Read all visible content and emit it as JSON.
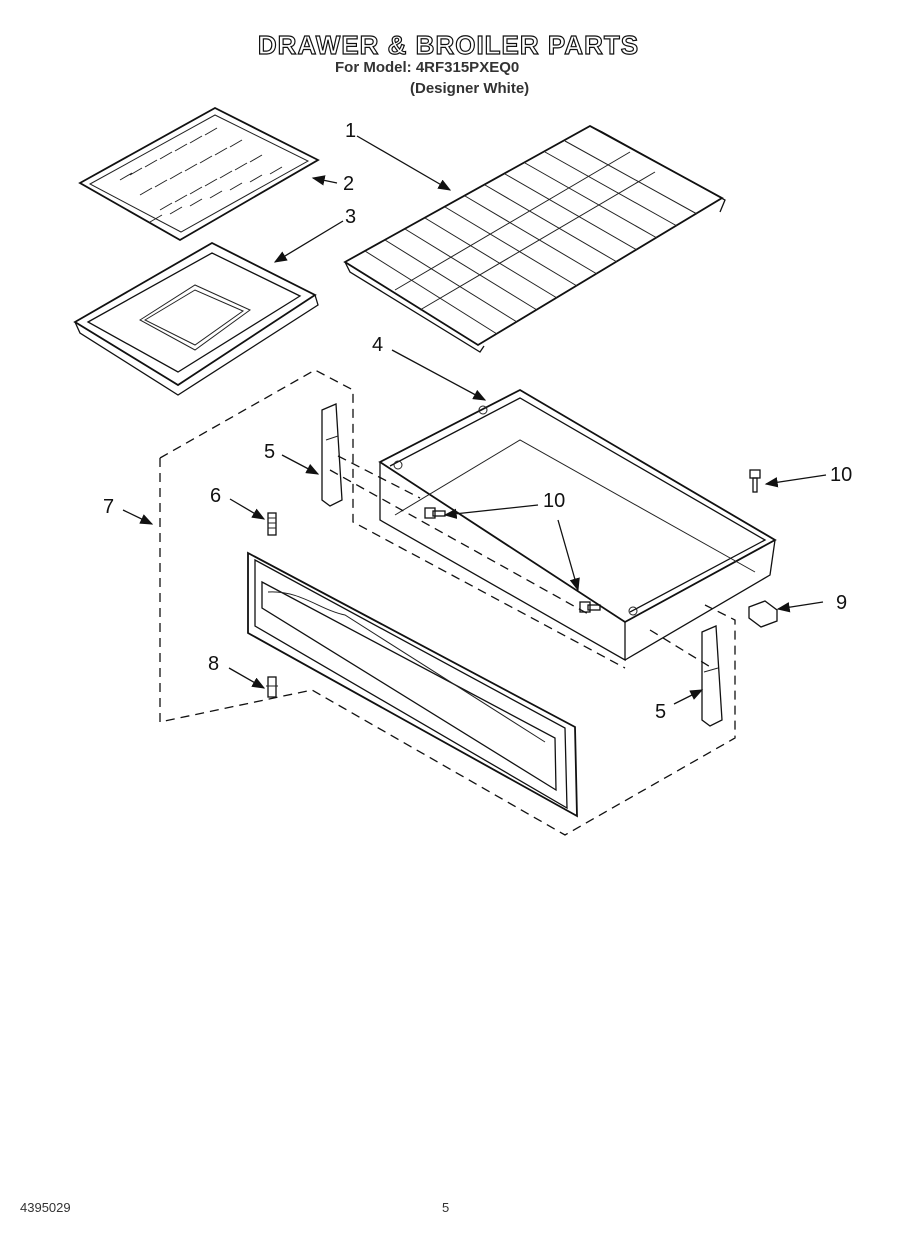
{
  "header": {
    "title": "DRAWER & BROILER PARTS",
    "model_line": "For Model: 4RF315PXEQ0",
    "color_line": "(Designer White)"
  },
  "callouts": {
    "c1": "1",
    "c2": "2",
    "c3": "3",
    "c4": "4",
    "c5a": "5",
    "c5b": "5",
    "c6": "6",
    "c7": "7",
    "c8": "8",
    "c9": "9",
    "c10a": "10",
    "c10b": "10"
  },
  "footer": {
    "doc_number": "4395029",
    "page_number": "5"
  }
}
